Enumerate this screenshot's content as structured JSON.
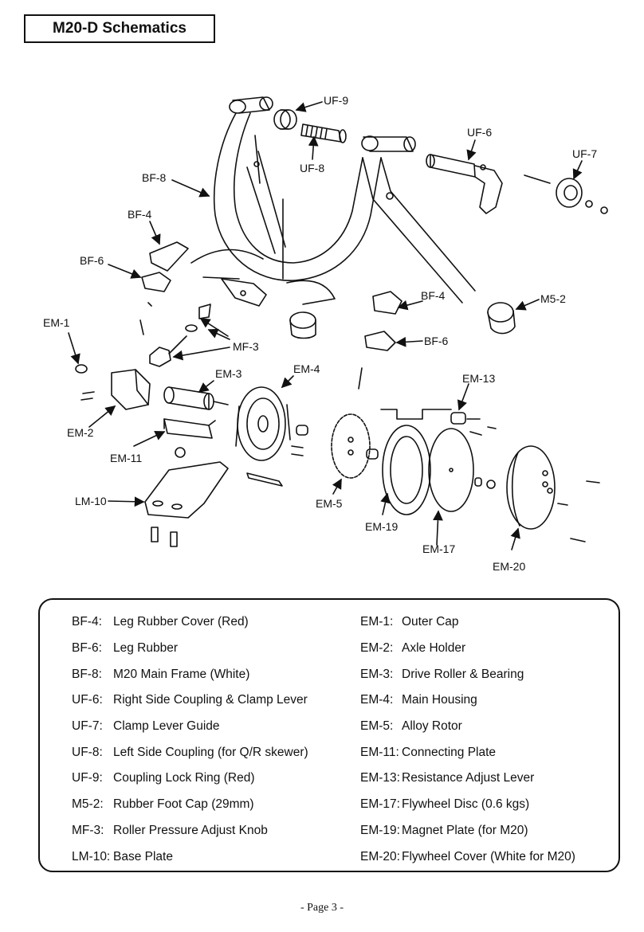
{
  "page": {
    "title": "M20-D Schematics",
    "footer": "- Page 3 -"
  },
  "diagram": {
    "labels": [
      "UF-9",
      "UF-8",
      "UF-6",
      "UF-7",
      "BF-8",
      "BF-4",
      "BF-6",
      "EM-1",
      "MF-3",
      "BF-4",
      "BF-6",
      "M5-2",
      "EM-3",
      "EM-4",
      "EM-13",
      "EM-2",
      "EM-11",
      "LM-10",
      "EM-5",
      "EM-19",
      "EM-17",
      "EM-20"
    ]
  },
  "legend": {
    "left": [
      {
        "code": "BF-4:",
        "desc": "Leg Rubber Cover (Red)"
      },
      {
        "code": "BF-6:",
        "desc": "Leg Rubber"
      },
      {
        "code": "BF-8:",
        "desc": "M20 Main Frame (White)"
      },
      {
        "code": "UF-6:",
        "desc": "Right Side Coupling & Clamp Lever"
      },
      {
        "code": "UF-7:",
        "desc": "Clamp Lever Guide"
      },
      {
        "code": "UF-8:",
        "desc": "Left Side Coupling (for Q/R skewer)"
      },
      {
        "code": "UF-9:",
        "desc": "Coupling Lock Ring (Red)"
      },
      {
        "code": "M5-2:",
        "desc": "Rubber Foot Cap (29mm)"
      },
      {
        "code": "MF-3:",
        "desc": "Roller Pressure Adjust Knob"
      },
      {
        "code": "LM-10:",
        "desc": "Base Plate"
      }
    ],
    "right": [
      {
        "code": "EM-1:",
        "desc": "Outer Cap"
      },
      {
        "code": "EM-2:",
        "desc": "Axle Holder"
      },
      {
        "code": "EM-3:",
        "desc": "Drive Roller & Bearing"
      },
      {
        "code": "EM-4:",
        "desc": "Main Housing"
      },
      {
        "code": "EM-5:",
        "desc": "Alloy Rotor"
      },
      {
        "code": "EM-11:",
        "desc": "Connecting Plate"
      },
      {
        "code": "EM-13:",
        "desc": "Resistance Adjust Lever"
      },
      {
        "code": "EM-17:",
        "desc": "Flywheel Disc (0.6 kgs)"
      },
      {
        "code": "EM-19:",
        "desc": "Magnet Plate (for M20)"
      },
      {
        "code": "EM-20:",
        "desc": "Flywheel Cover (White for M20)"
      }
    ]
  }
}
